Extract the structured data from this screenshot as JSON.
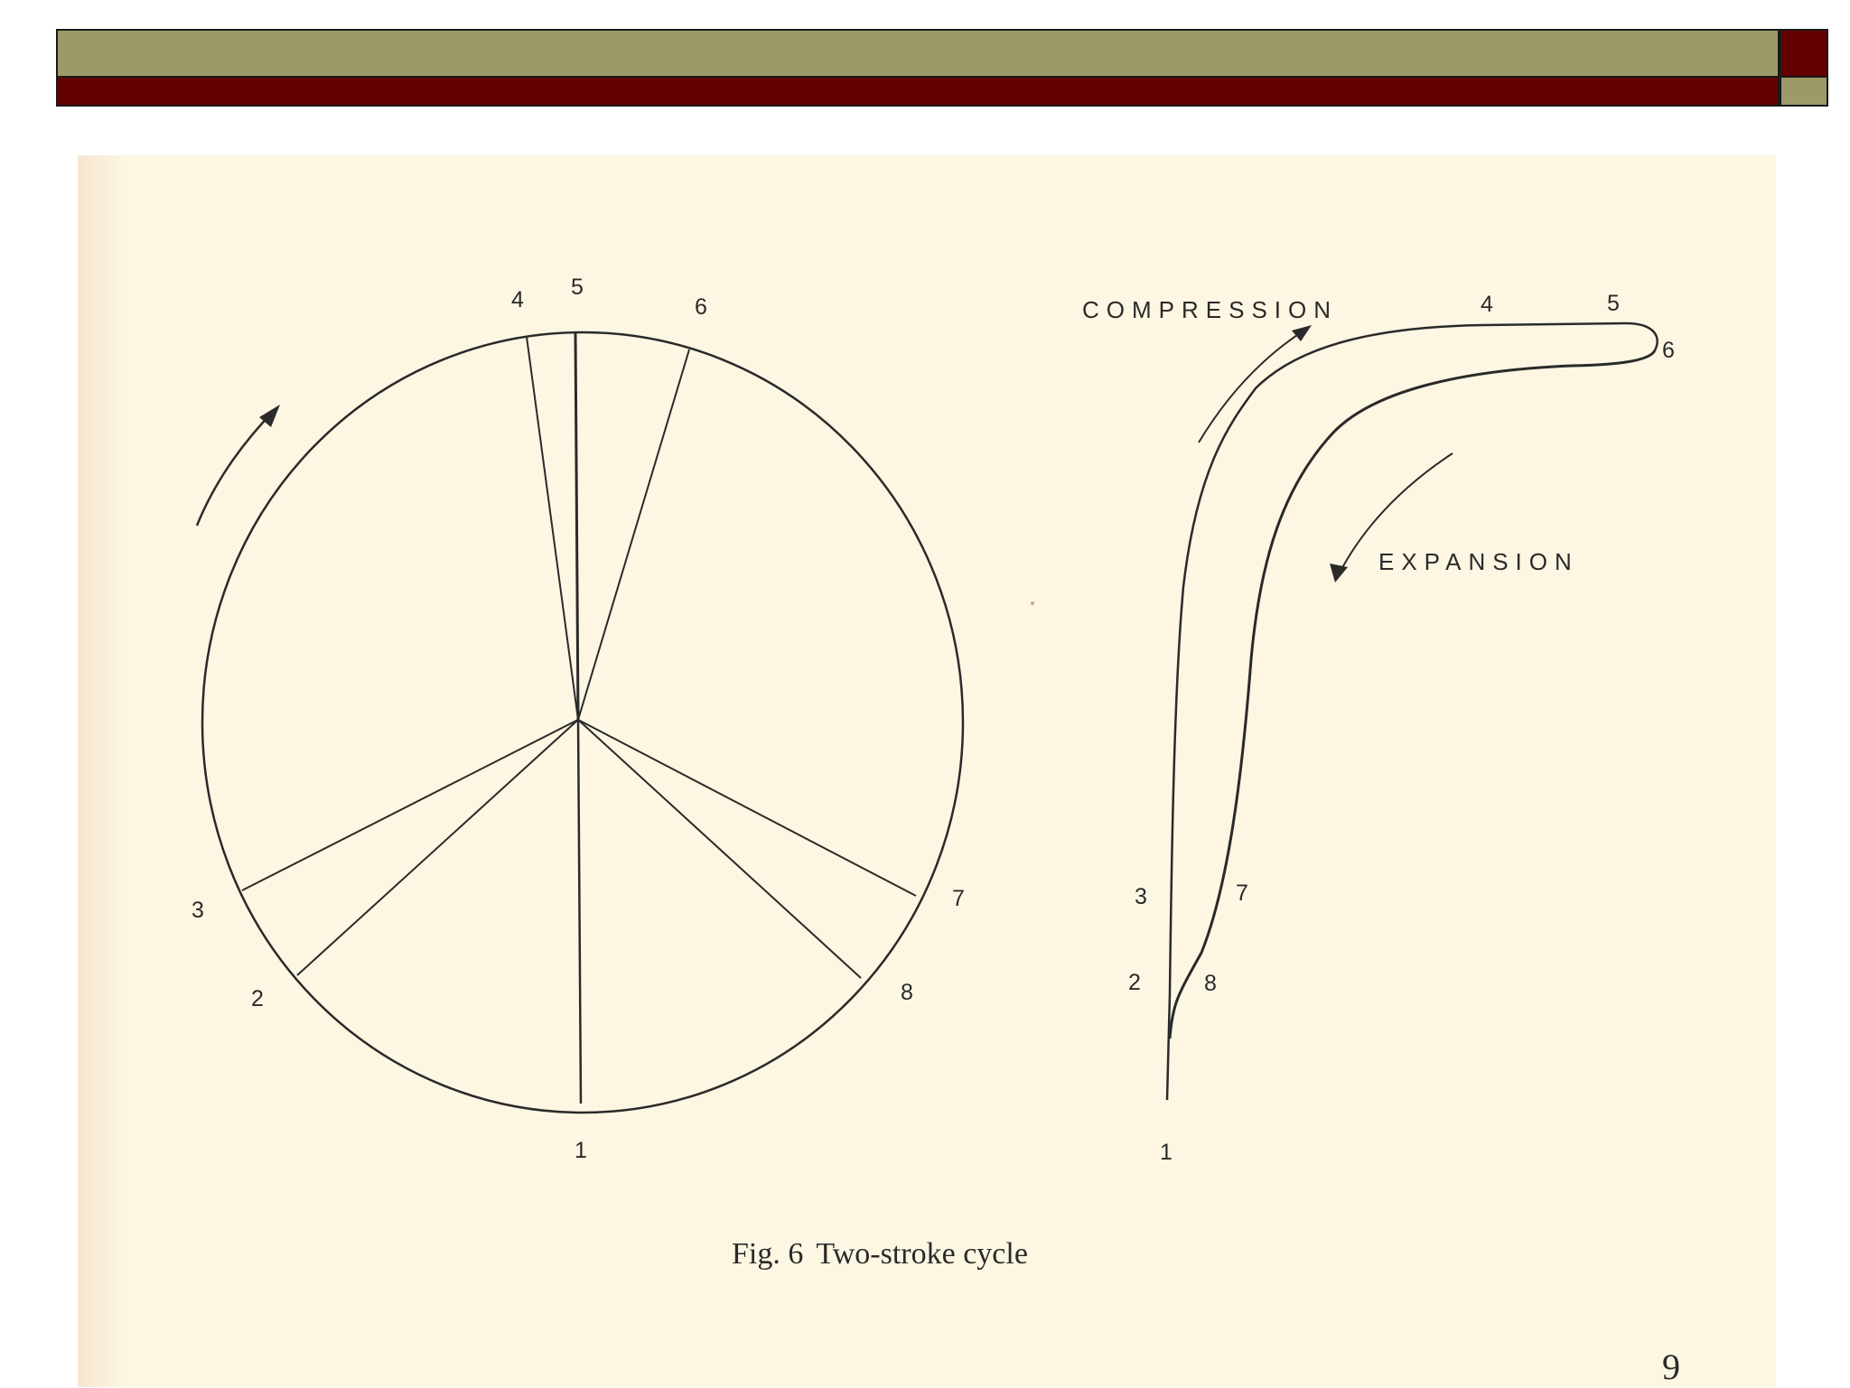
{
  "figure": {
    "number_label": "Fig. 6",
    "caption": "Two-stroke cycle",
    "page_number": "9"
  },
  "timing_circle": {
    "point_labels": {
      "p1": "1",
      "p2": "2",
      "p3": "3",
      "p4": "4",
      "p5": "5",
      "p6": "6",
      "p7": "7",
      "p8": "8"
    },
    "rotation_arrow_icon": "curved-arrow-icon"
  },
  "pressure_curve": {
    "compression_label": "COMPRESSION",
    "expansion_label": "EXPANSION",
    "point_labels": {
      "p1": "1",
      "p2": "2",
      "p3": "3",
      "p4": "4",
      "p5": "5",
      "p6": "6",
      "p7": "7",
      "p8": "8"
    }
  },
  "colors": {
    "header_olive": "#9c9a68",
    "header_maroon": "#650000",
    "paper": "#fcf6e2",
    "ink": "#2a2a2a"
  }
}
